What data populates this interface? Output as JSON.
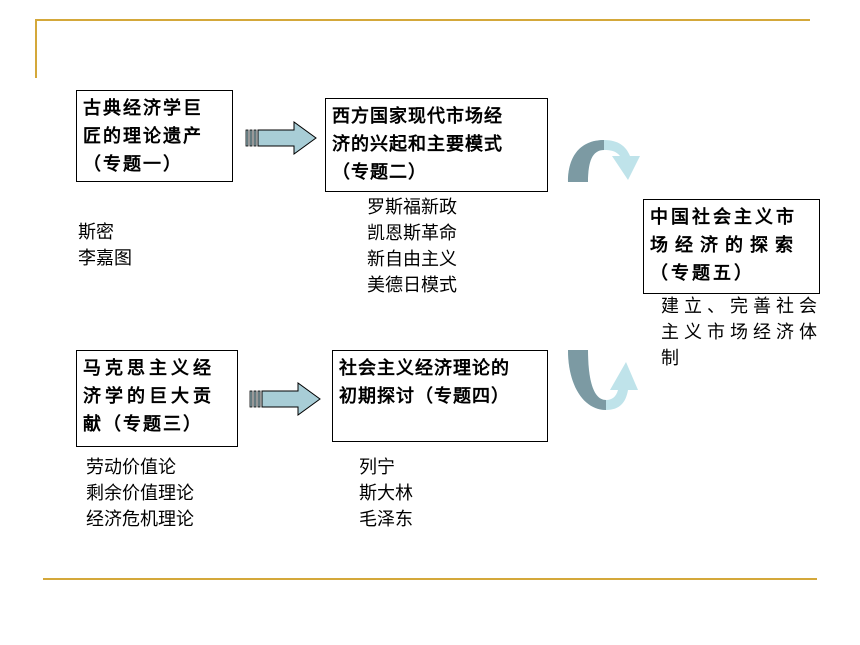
{
  "colors": {
    "rule": "#D4A83A",
    "arrow_fill": "#A8CDD6",
    "arrow_dark": "#7C9AA3",
    "arrow_light": "#BFE3EA"
  },
  "topics": {
    "t1": {
      "lines": [
        "古典经济学巨",
        "匠的理论遗产",
        "（专题一）"
      ]
    },
    "t2": {
      "lines": [
        "西方国家现代市场经",
        "济的兴起和主要模式",
        "（专题二）"
      ]
    },
    "t3": {
      "lines": [
        "马克思主义经",
        "济学的巨大贡",
        "献（专题三）"
      ]
    },
    "t4": {
      "lines": [
        "社会主义经济理论的",
        "初期探讨（专题四）"
      ]
    },
    "t5": {
      "lines": [
        "中国社会主义市",
        "场经济的探索",
        "（专题五）"
      ]
    }
  },
  "notes": {
    "n1": [
      "斯密",
      "李嘉图"
    ],
    "n2": [
      "罗斯福新政",
      "凯恩斯革命",
      "新自由主义",
      "美德日模式"
    ],
    "n3": [
      "劳动价值论",
      "剩余价值理论",
      "经济危机理论"
    ],
    "n4": [
      "列宁",
      "斯大林",
      "毛泽东"
    ],
    "n5": [
      "建立、完善社会",
      "主义市场经济体",
      "制"
    ]
  }
}
